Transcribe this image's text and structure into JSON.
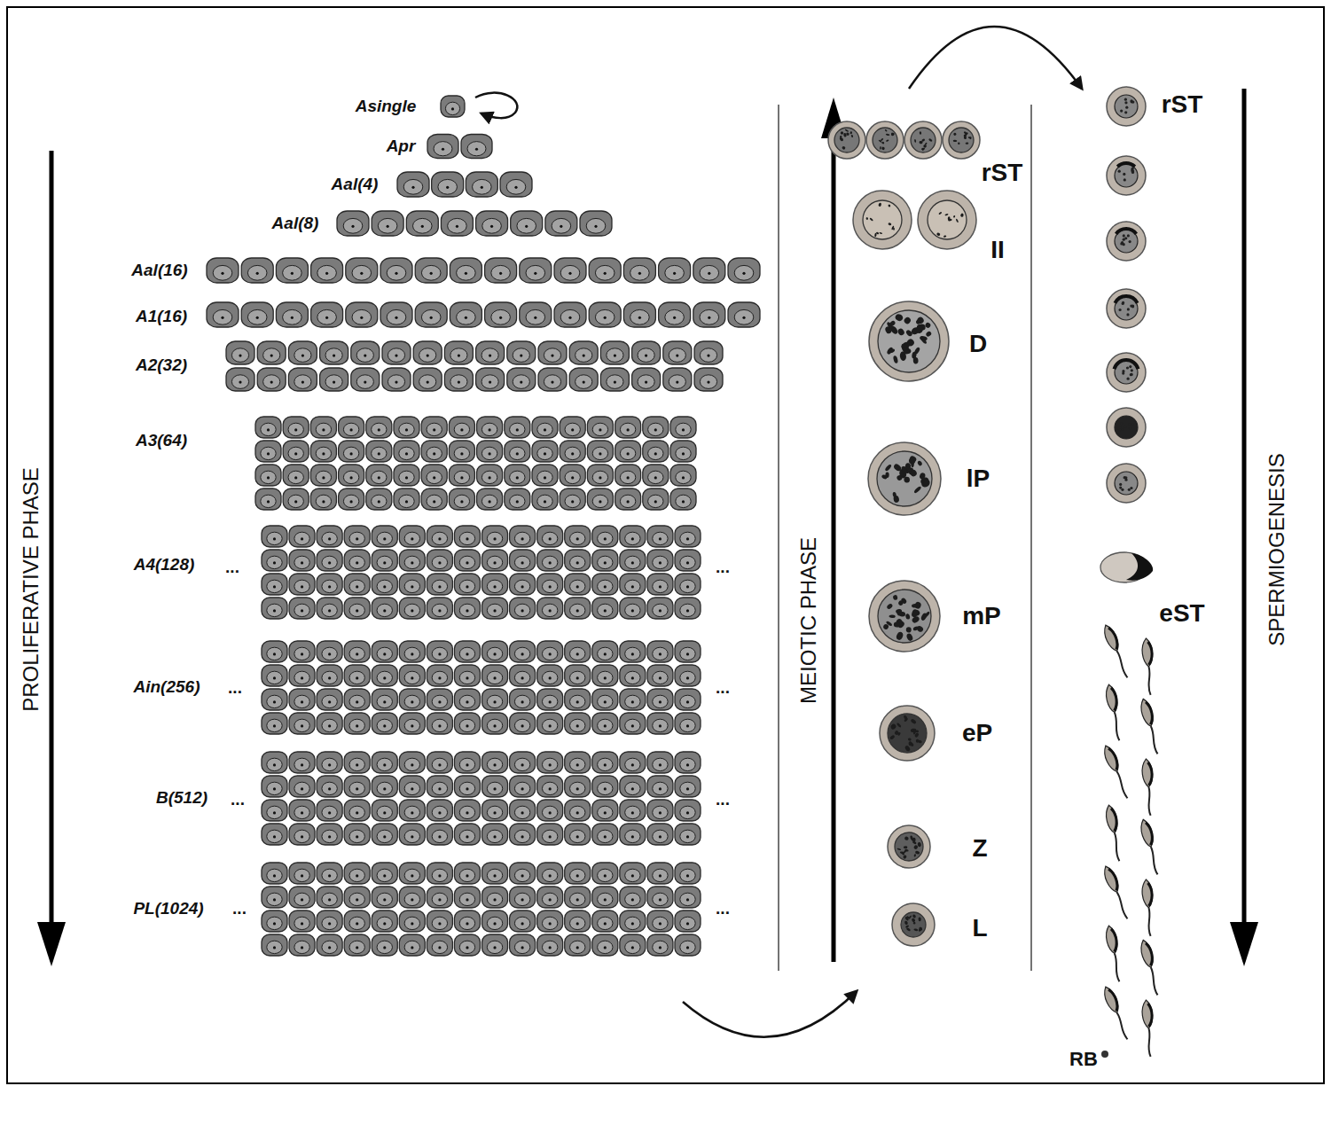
{
  "diagram": {
    "labels": [
      "Asingle",
      "Apr",
      "Aal(4)",
      "Aal(8)",
      "Aal(16)",
      "A1(16)",
      "A2(32)",
      "A3(64)",
      "A4(128)",
      "...",
      "...",
      "Ain(256)",
      "...",
      "...",
      "B(512)",
      "...",
      "...",
      "PL(1024)",
      "...",
      "...",
      "PROLIFERATIVE PHASE",
      "rST",
      "II",
      "D",
      "lP",
      "mP",
      "eP",
      "Z",
      "L",
      "MEIOTIC PHASE",
      "rST",
      "eST",
      "RB",
      "SPERMIOGENESIS"
    ]
  }
}
